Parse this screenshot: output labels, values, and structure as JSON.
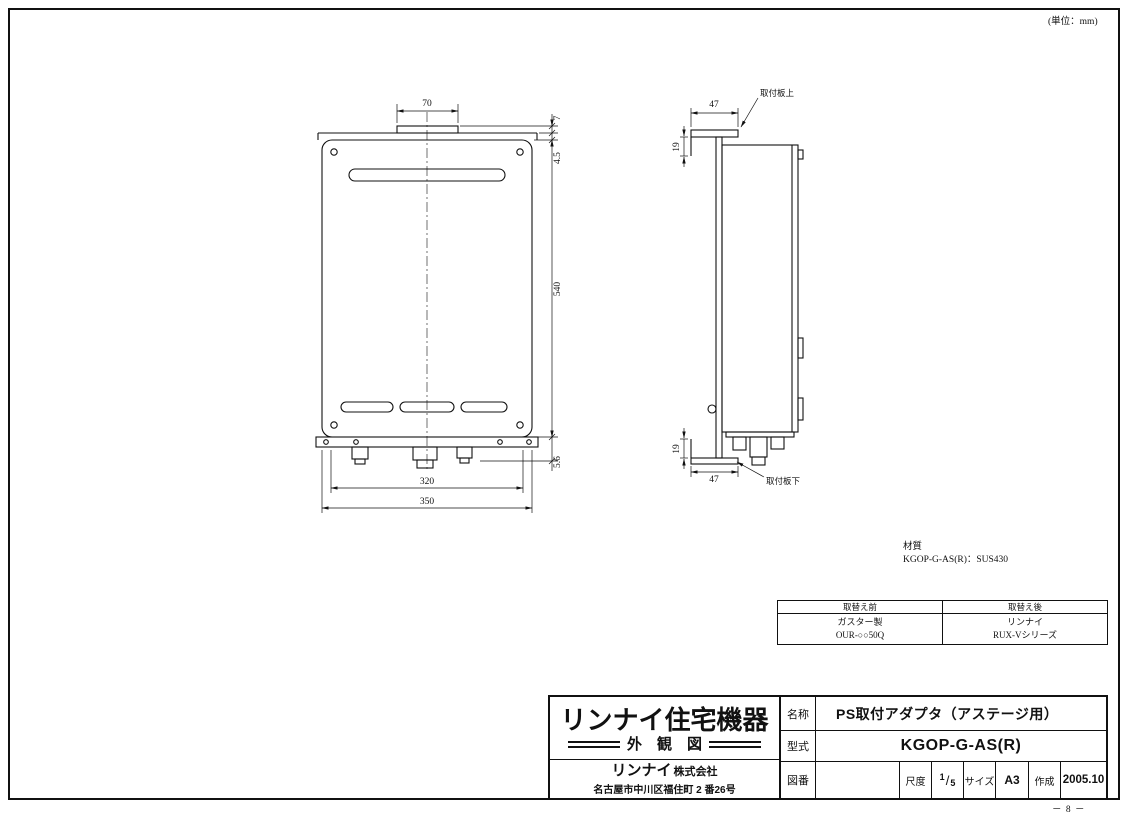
{
  "page": {
    "unit_note": "(単位：mm)",
    "page_number": "－ 8 －"
  },
  "front_view": {
    "dim_top_width": "70",
    "dim_bracket_height": "7",
    "dim_top_inset": "4.5",
    "dim_body_height": "540",
    "dim_bottom_inset": "5.6",
    "dim_inner_width": "320",
    "dim_outer_width": "350"
  },
  "side_view": {
    "dim_depth_top": "47",
    "dim_lip_top": "19",
    "dim_lip_bottom": "19",
    "dim_depth_bottom": "47",
    "label_plate_top": "取付板上",
    "label_plate_bottom": "取付板下"
  },
  "material_note": {
    "label": "材質",
    "value": "KGOP-G-AS(R)：SUS430"
  },
  "replacement_table": {
    "header_before": "取替え前",
    "header_after": "取替え後",
    "before_maker": "ガスター製",
    "before_model": "OUR-○○50Q",
    "after_maker": "リンナイ",
    "after_model": "RUX-Vシリーズ"
  },
  "title_block": {
    "logo": "リンナイ住宅機器",
    "drawing_type": "外　観　図",
    "company_main": "リンナイ",
    "company_suffix": "株式会社",
    "address": "名古屋市中川区福住町 2 番26号",
    "name_label": "名称",
    "name_value": "PS取付アダプタ（アステージ用）",
    "model_label": "型式",
    "model_value": "KGOP-G-AS(R)",
    "drawing_no_label": "図番",
    "scale_label": "尺度",
    "scale_numerator": "1",
    "scale_denominator": "5",
    "size_label": "サイズ",
    "size_value": "A3",
    "created_label": "作成",
    "created_value": "2005.10"
  }
}
